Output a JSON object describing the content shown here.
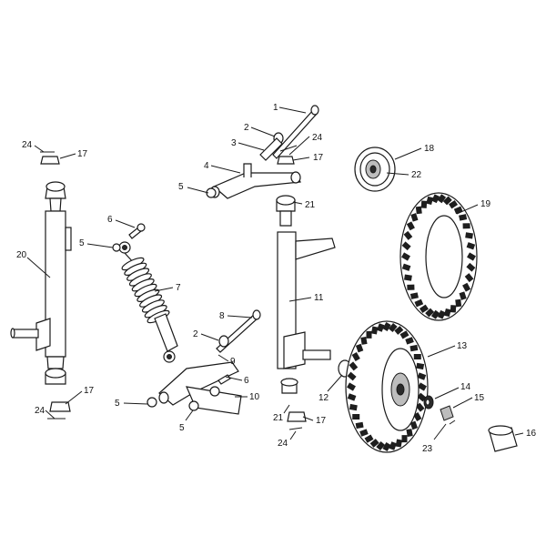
{
  "callouts": {
    "n1": "1",
    "n2a": "2",
    "n2b": "2",
    "n3": "3",
    "n4": "4",
    "n5a": "5",
    "n5b": "5",
    "n5c": "5",
    "n5d": "5",
    "n5e": "5",
    "n6a": "6",
    "n6b": "6",
    "n7": "7",
    "n8": "8",
    "n9": "9",
    "n10": "10",
    "n11": "11",
    "n12": "12",
    "n13": "13",
    "n14": "14",
    "n15": "15",
    "n16": "16",
    "n17a": "17",
    "n17b": "17",
    "n17c": "17",
    "n17d": "17",
    "n18": "18",
    "n19": "19",
    "n20": "20",
    "n21a": "21",
    "n21b": "21",
    "n22": "22",
    "n23": "23",
    "n24a": "24",
    "n24b": "24",
    "n24c": "24",
    "n24d": "24"
  }
}
